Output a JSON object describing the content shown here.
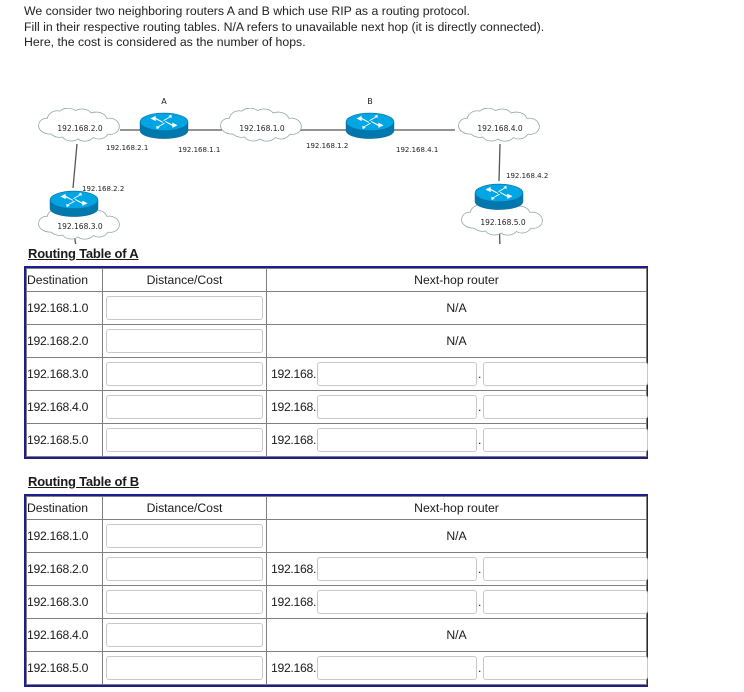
{
  "intro": {
    "line1": "We consider two neighboring routers A and B which use RIP as a routing protocol.",
    "line2": "Fill in their respective routing tables. N/A refers to unavailable next hop (it is directly connected).",
    "line3": "Here, the cost is considered as the number of hops."
  },
  "diagram": {
    "router_a_label": "A",
    "router_b_label": "B",
    "clouds": [
      {
        "name": "cloud-192-168-2-0",
        "label": "192.168.2.0"
      },
      {
        "name": "cloud-192-168-1-0",
        "label": "192.168.1.0"
      },
      {
        "name": "cloud-192-168-4-0",
        "label": "192.168.4.0"
      },
      {
        "name": "cloud-192-168-3-0",
        "label": "192.168.3.0"
      },
      {
        "name": "cloud-192-168-5-0",
        "label": "192.168.5.0"
      }
    ],
    "interfaces": [
      {
        "name": "iface-192-168-2-1",
        "label": "192.168.2.1"
      },
      {
        "name": "iface-192-168-1-1",
        "label": "192.168.1.1"
      },
      {
        "name": "iface-192-168-1-2",
        "label": "192.168.1.2"
      },
      {
        "name": "iface-192-168-4-1",
        "label": "192.168.4.1"
      },
      {
        "name": "iface-192-168-2-2",
        "label": "192.168.2.2"
      },
      {
        "name": "iface-192-168-4-2",
        "label": "192.168.4.2"
      }
    ],
    "colors": {
      "router_top": "#00a5e3",
      "router_body": "#0077ad",
      "router_outline": "#0a6f9e",
      "cloud_outline": "#8fa3ad",
      "link": "#555555"
    }
  },
  "tables": {
    "a": {
      "heading": "Routing Table of A",
      "columns": [
        "Destination",
        "Distance/Cost",
        "Next-hop router"
      ],
      "next_hop_prefix": "192.168.",
      "next_hop_dot": ".",
      "na_label": "N/A",
      "rows": [
        {
          "destination": "192.168.1.0",
          "cost": "",
          "next_hop_type": "na",
          "oct3": "",
          "oct4": ""
        },
        {
          "destination": "192.168.2.0",
          "cost": "",
          "next_hop_type": "na",
          "oct3": "",
          "oct4": ""
        },
        {
          "destination": "192.168.3.0",
          "cost": "",
          "next_hop_type": "input",
          "oct3": "",
          "oct4": ""
        },
        {
          "destination": "192.168.4.0",
          "cost": "",
          "next_hop_type": "input",
          "oct3": "",
          "oct4": ""
        },
        {
          "destination": "192.168.5.0",
          "cost": "",
          "next_hop_type": "input",
          "oct3": "",
          "oct4": ""
        }
      ]
    },
    "b": {
      "heading": "Routing Table of B",
      "columns": [
        "Destination",
        "Distance/Cost",
        "Next-hop router"
      ],
      "next_hop_prefix": "192.168.",
      "next_hop_dot": ".",
      "na_label": "N/A",
      "rows": [
        {
          "destination": "192.168.1.0",
          "cost": "",
          "next_hop_type": "na",
          "oct3": "",
          "oct4": ""
        },
        {
          "destination": "192.168.2.0",
          "cost": "",
          "next_hop_type": "input",
          "oct3": "",
          "oct4": ""
        },
        {
          "destination": "192.168.3.0",
          "cost": "",
          "next_hop_type": "input",
          "oct3": "",
          "oct4": ""
        },
        {
          "destination": "192.168.4.0",
          "cost": "",
          "next_hop_type": "na",
          "oct3": "",
          "oct4": ""
        },
        {
          "destination": "192.168.5.0",
          "cost": "",
          "next_hop_type": "input",
          "oct3": "",
          "oct4": ""
        }
      ]
    }
  },
  "colors": {
    "table_outer_border": "#1d1d8f",
    "table_inner_border": "#808080",
    "input_border": "#c8c8c8",
    "text": "#1a1a1a"
  }
}
